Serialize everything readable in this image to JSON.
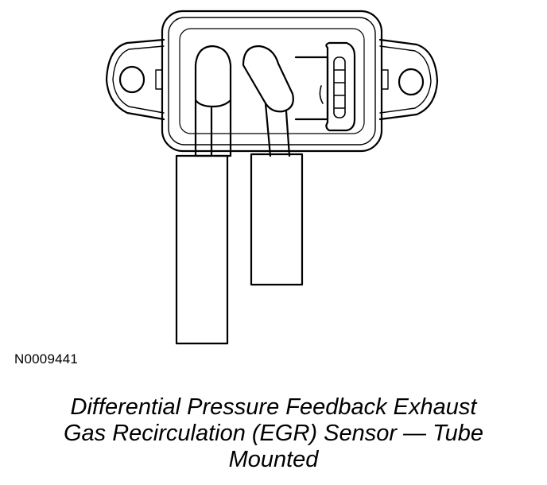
{
  "figure": {
    "id": "N0009441",
    "caption_lines": [
      "Differential Pressure Feedback Exhaust",
      "Gas Recirculation (EGR) Sensor — Tube",
      "Mounted"
    ]
  },
  "colors": {
    "line": "#000000",
    "background": "#ffffff"
  }
}
